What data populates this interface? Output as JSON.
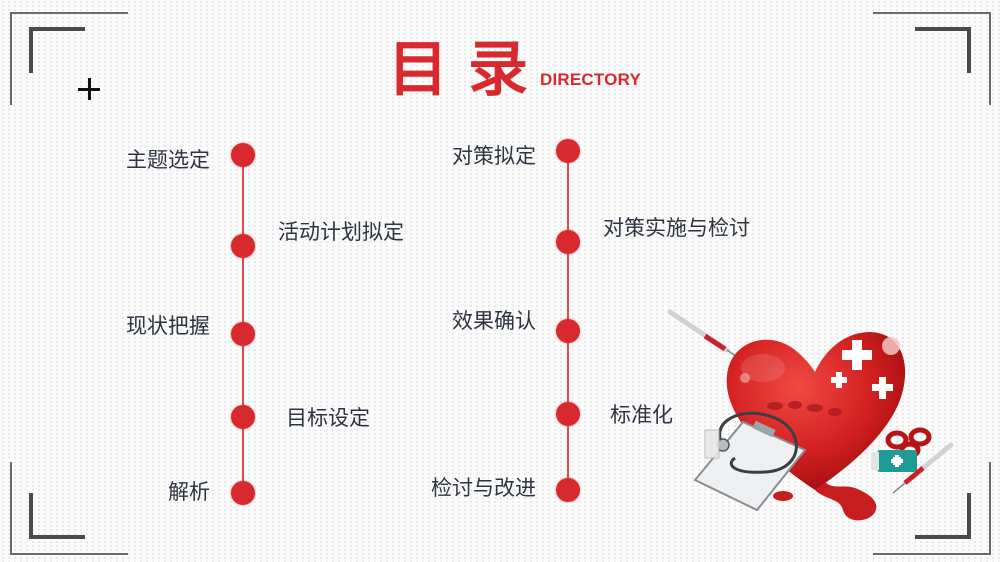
{
  "header": {
    "title": "目录",
    "subtitle": "DIRECTORY"
  },
  "colors": {
    "accent": "#d8292e",
    "text": "#2f3540",
    "bracket": "#4a4a4a"
  },
  "timeline_left": {
    "items": [
      {
        "label": "主题选定",
        "side": "left"
      },
      {
        "label": "活动计划拟定",
        "side": "right"
      },
      {
        "label": "现状把握",
        "side": "left"
      },
      {
        "label": "目标设定",
        "side": "right"
      },
      {
        "label": "解析",
        "side": "left"
      }
    ]
  },
  "timeline_right": {
    "items": [
      {
        "label": "对策拟定",
        "side": "left"
      },
      {
        "label": "对策实施与检讨",
        "side": "right"
      },
      {
        "label": "效果确认",
        "side": "left"
      },
      {
        "label": "标准化",
        "side": "right"
      },
      {
        "label": "检讨与改进",
        "side": "left"
      }
    ]
  },
  "icons": {
    "corner": "corner-bracket-icon",
    "plus": "plus-icon",
    "illustration": "medical-heart-illustration"
  }
}
